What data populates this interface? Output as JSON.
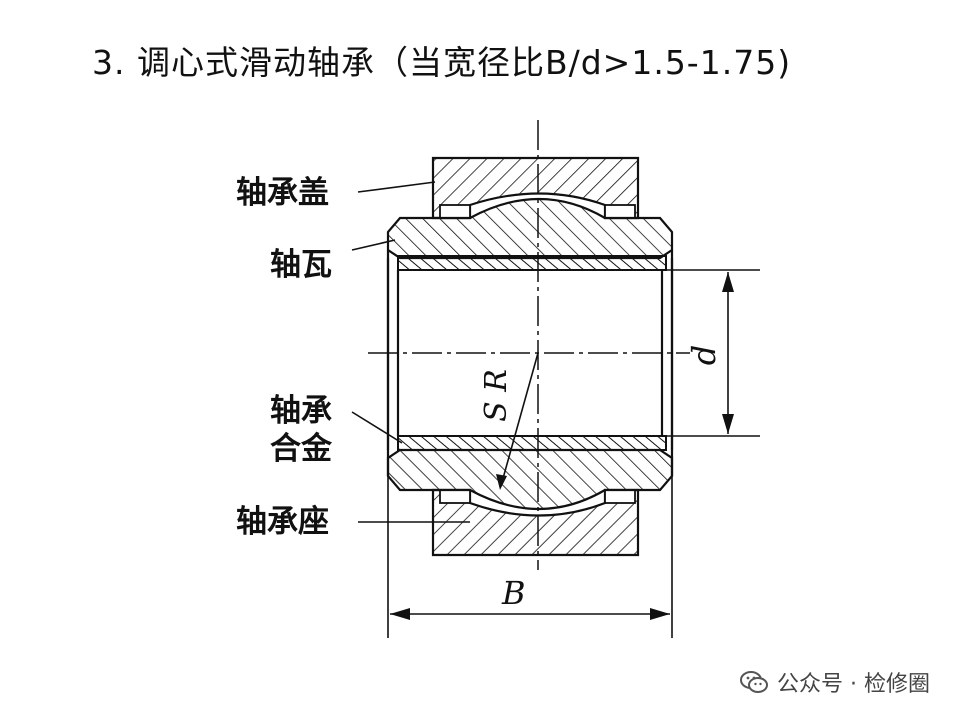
{
  "title": "3. 调心式滑动轴承（当宽径比B/d>1.5-1.75)",
  "labels": {
    "cover": "轴承盖",
    "shell": "轴瓦",
    "alloy_line1": "轴承",
    "alloy_line2": "合金",
    "seat": "轴承座"
  },
  "dims": {
    "d": "d",
    "sr": "S R",
    "b": "B"
  },
  "watermark": "公众号 · 检修圈",
  "watermark_icon": "wechat-icon"
}
